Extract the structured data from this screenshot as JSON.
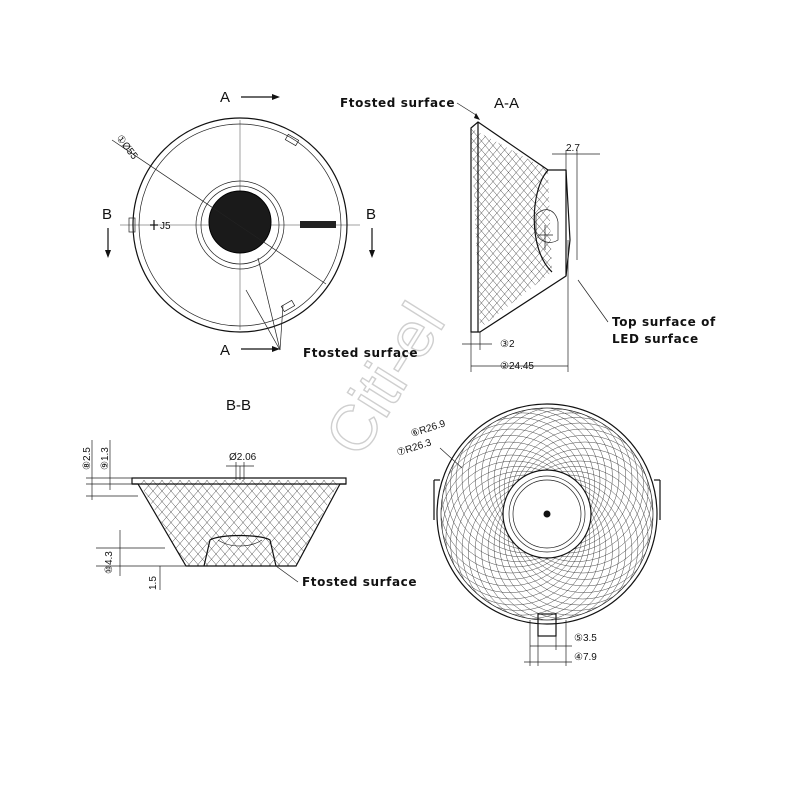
{
  "labels": {
    "frosted_top": "Ftosted surface",
    "frosted_front": "Ftosted surface",
    "frosted_bb": "Ftosted surface",
    "top_surface_line1": "Top surface of",
    "top_surface_line2": "LED surface"
  },
  "sections": {
    "a_top": "A",
    "a_bottom": "A",
    "b_left": "B",
    "b_right": "B",
    "aa_title": "A-A",
    "bb_title": "B-B"
  },
  "dimensions": {
    "d1": "①Ø55",
    "d2": "②24.45",
    "d3": "③2",
    "d4": "④7.9",
    "d5": "⑤3.5",
    "d6": "⑥R26.9",
    "d7": "⑦R26.3",
    "d8": "⑧2.5",
    "d9": "⑨1.3",
    "d10": "⑩4.3",
    "d11": "1.5",
    "d12": "Ø2.06",
    "d13": "2.7"
  },
  "watermark": "Citi-el"
}
